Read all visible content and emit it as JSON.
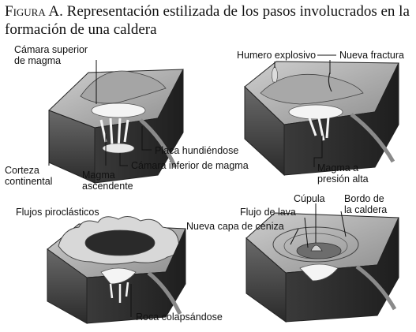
{
  "figure": {
    "title_prefix": "Figura A.",
    "title_text": "Representación estilizada de los pasos involucrados en la formación de una caldera"
  },
  "panel1": {
    "label_upper_chamber_line1": "Cámara superior",
    "label_upper_chamber_line2": "de magma",
    "label_sinking_plate": "Placa hundiéndose",
    "label_lower_chamber": "Cámara inferior de magma",
    "label_crust_line1": "Corteza",
    "label_crust_line2": "continental",
    "label_rising_magma_line1": "Magma",
    "label_rising_magma_line2": "ascendente"
  },
  "panel2": {
    "label_explosive_fume": "Humero explosivo",
    "label_new_fracture": "Nueva fractura",
    "label_high_pressure_magma_line1": "Magma a",
    "label_high_pressure_magma_line2": "presión alta"
  },
  "panel3": {
    "label_pyroclastic_flows": "Flujos piroclásticos",
    "label_collapsing_rock": "Roca colapsándose"
  },
  "panel4": {
    "label_dome": "Cúpula",
    "label_lava_flow": "Flujo de lava",
    "label_caldera_rim_line1": "Bordo de",
    "label_caldera_rim_line2": "la caldera",
    "label_new_ash_layer": "Nueva capa de ceniza"
  },
  "colors": {
    "block_top": "#b8b8b8",
    "block_front": "#4a4a4a",
    "block_side": "#2e2e2e",
    "magma": "#f4f4f4",
    "leader": "#111111"
  }
}
